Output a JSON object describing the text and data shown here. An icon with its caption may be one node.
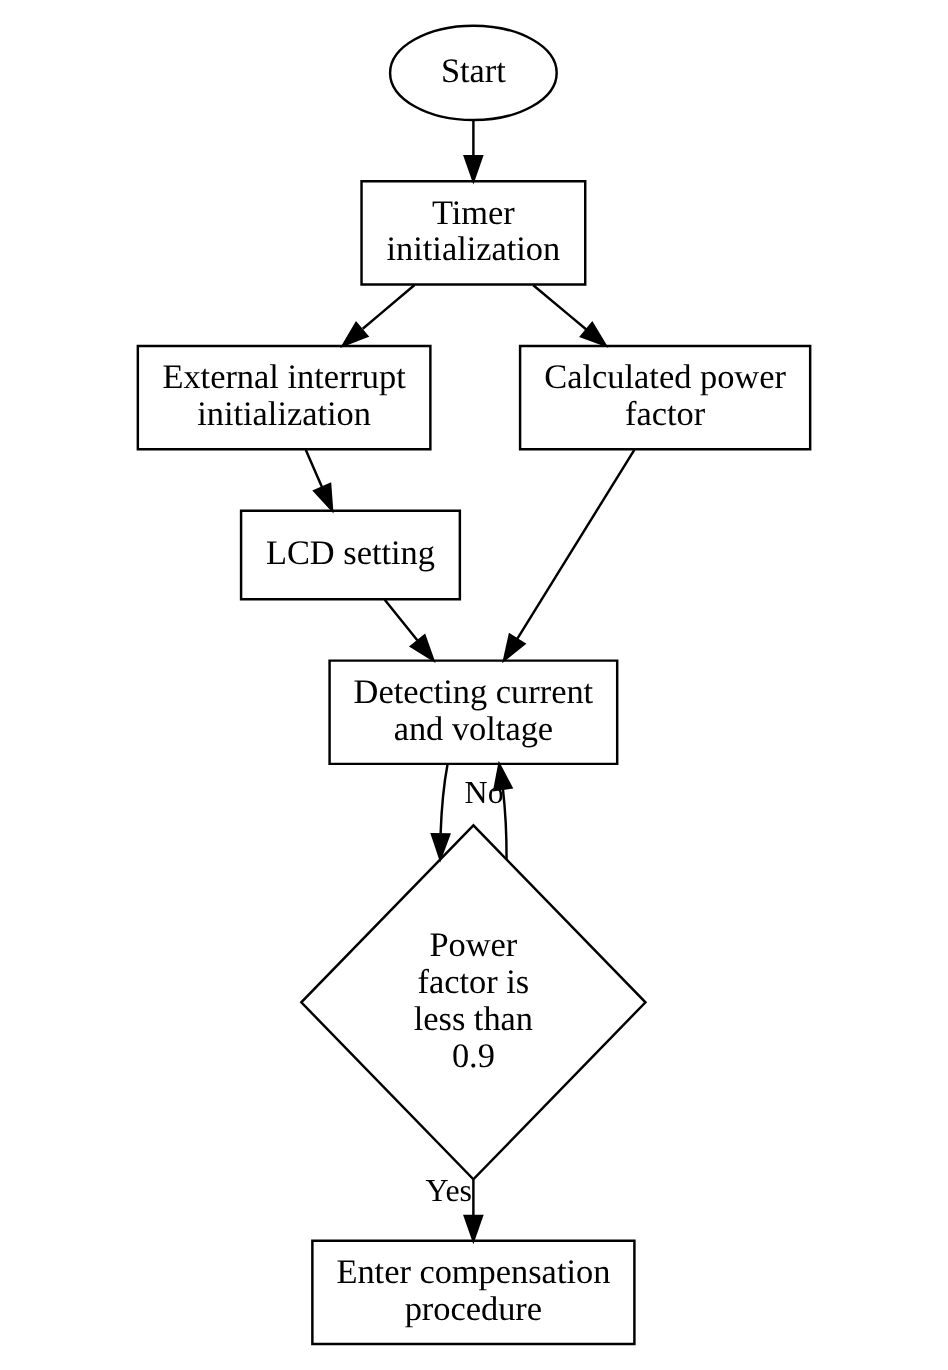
{
  "diagram": {
    "nodes": [
      {
        "text": [
          "Start"
        ]
      },
      {
        "text": [
          "Timer initialization"
        ]
      },
      {
        "text": [
          "External interrupt initialization"
        ]
      },
      {
        "text": [
          "Calculated power factor"
        ]
      },
      {
        "text": [
          "LCD setting"
        ]
      },
      {
        "text": [
          "Detecting current and voltage"
        ]
      },
      {
        "text": [
          "Power factor is less than 0.9"
        ]
      },
      {
        "text": [
          "Enter compensation procedure"
        ]
      }
    ],
    "edges": [
      {
        "from": 0,
        "to": 1,
        "arrow": "to"
      },
      {
        "from": 1,
        "to": 2,
        "arrow": "to"
      },
      {
        "from": 1,
        "to": 3,
        "arrow": "to"
      },
      {
        "from": 2,
        "to": 4,
        "arrow": "to"
      },
      {
        "from": 4,
        "to": 5,
        "arrow": "to"
      },
      {
        "from": 3,
        "to": 5,
        "arrow": "to"
      },
      {
        "from": 5,
        "to": 6,
        "arrow": "to"
      },
      {
        "from": 6,
        "to": 5,
        "arrow": "to",
        "label": "No"
      },
      {
        "from": 6,
        "to": 7,
        "arrow": "to",
        "label": "Yes"
      }
    ]
  }
}
